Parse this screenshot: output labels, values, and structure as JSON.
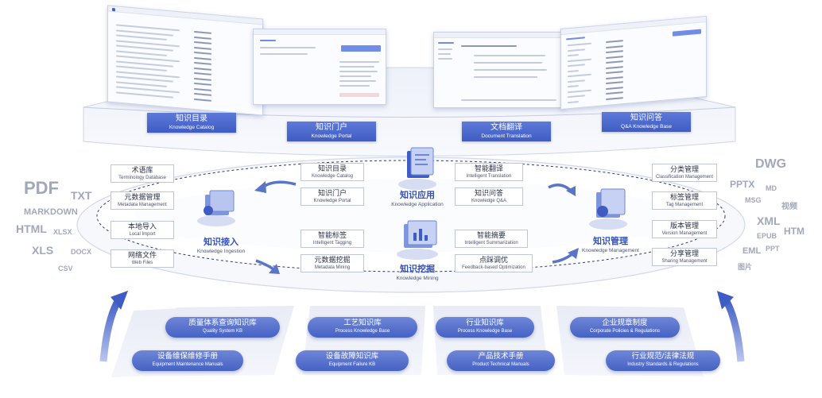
{
  "top_labels": [
    {
      "zh": "知识目录",
      "en": "Knowledge Catalog"
    },
    {
      "zh": "知识门户",
      "en": "Knowledge Portal"
    },
    {
      "zh": "文档翻译",
      "en": "Document Translation"
    },
    {
      "zh": "知识问答",
      "en": "Q&A Knowledge Base"
    }
  ],
  "ingestion": {
    "title_zh": "知识接入",
    "title_en": "Knowledge Ingestion",
    "items": [
      {
        "zh": "术语库",
        "en": "Terminology Database"
      },
      {
        "zh": "元数据管理",
        "en": "Metadata Management"
      },
      {
        "zh": "本地导入",
        "en": "Local Import"
      },
      {
        "zh": "网络文件",
        "en": "Web Files"
      }
    ]
  },
  "application": {
    "title_zh": "知识应用",
    "title_en": "Knowledge Application",
    "left_items": [
      {
        "zh": "知识目录",
        "en": "Knowledge Catalog"
      },
      {
        "zh": "知识门户",
        "en": "Knowledge Portal"
      }
    ],
    "right_items": [
      {
        "zh": "智能翻译",
        "en": "Intelligent Translation"
      },
      {
        "zh": "知识问答",
        "en": "Knowledge Q&A"
      }
    ]
  },
  "mining": {
    "title_zh": "知识挖掘",
    "title_en": "Knowledge Mining",
    "left_items": [
      {
        "zh": "智能标签",
        "en": "Intelligent Tagging"
      },
      {
        "zh": "元数据挖掘",
        "en": "Metadata Mining"
      }
    ],
    "right_items": [
      {
        "zh": "智能摘要",
        "en": "Intelligent Summarization"
      },
      {
        "zh": "点踩调优",
        "en": "Feedback-based Optimization"
      }
    ]
  },
  "management": {
    "title_zh": "知识管理",
    "title_en": "Knowledge Management",
    "items": [
      {
        "zh": "分类管理",
        "en": "Classification Management"
      },
      {
        "zh": "标签管理",
        "en": "Tag Management"
      },
      {
        "zh": "版本管理",
        "en": "Version Management"
      },
      {
        "zh": "分享管理",
        "en": "Sharing Management"
      }
    ]
  },
  "formats_left": [
    "PDF",
    "TXT",
    "MARKDOWN",
    "HTML",
    "XLSX",
    "XLS",
    "DOCX",
    "CSV"
  ],
  "formats_right": [
    "DWG",
    "PPTX",
    "MD",
    "MSG",
    "视频",
    "XML",
    "EPUB",
    "HTM",
    "EML",
    "PPT",
    "图片"
  ],
  "knowledge_bases": [
    {
      "zh": "质量体系查询知识库",
      "en": "Quality System KB"
    },
    {
      "zh": "设备维保维修手册",
      "en": "Equipment Maintenance Manuals"
    },
    {
      "zh": "工艺知识库",
      "en": "Process Knowledge Base"
    },
    {
      "zh": "设备故障知识库",
      "en": "Equipment Failure KB"
    },
    {
      "zh": "行业知识库",
      "en": "Process Knowledge Base"
    },
    {
      "zh": "产品技术手册",
      "en": "Product Technical Manuals"
    },
    {
      "zh": "企业规章制度",
      "en": "Corporate Policies & Regulations"
    },
    {
      "zh": "行业规范/法律法规",
      "en": "Industry Standards & Regulations"
    }
  ],
  "colors": {
    "accent": "#4562c3",
    "title": "#3552b8",
    "format_text": "#a0a8ba",
    "arrow": "#5a74c8"
  }
}
